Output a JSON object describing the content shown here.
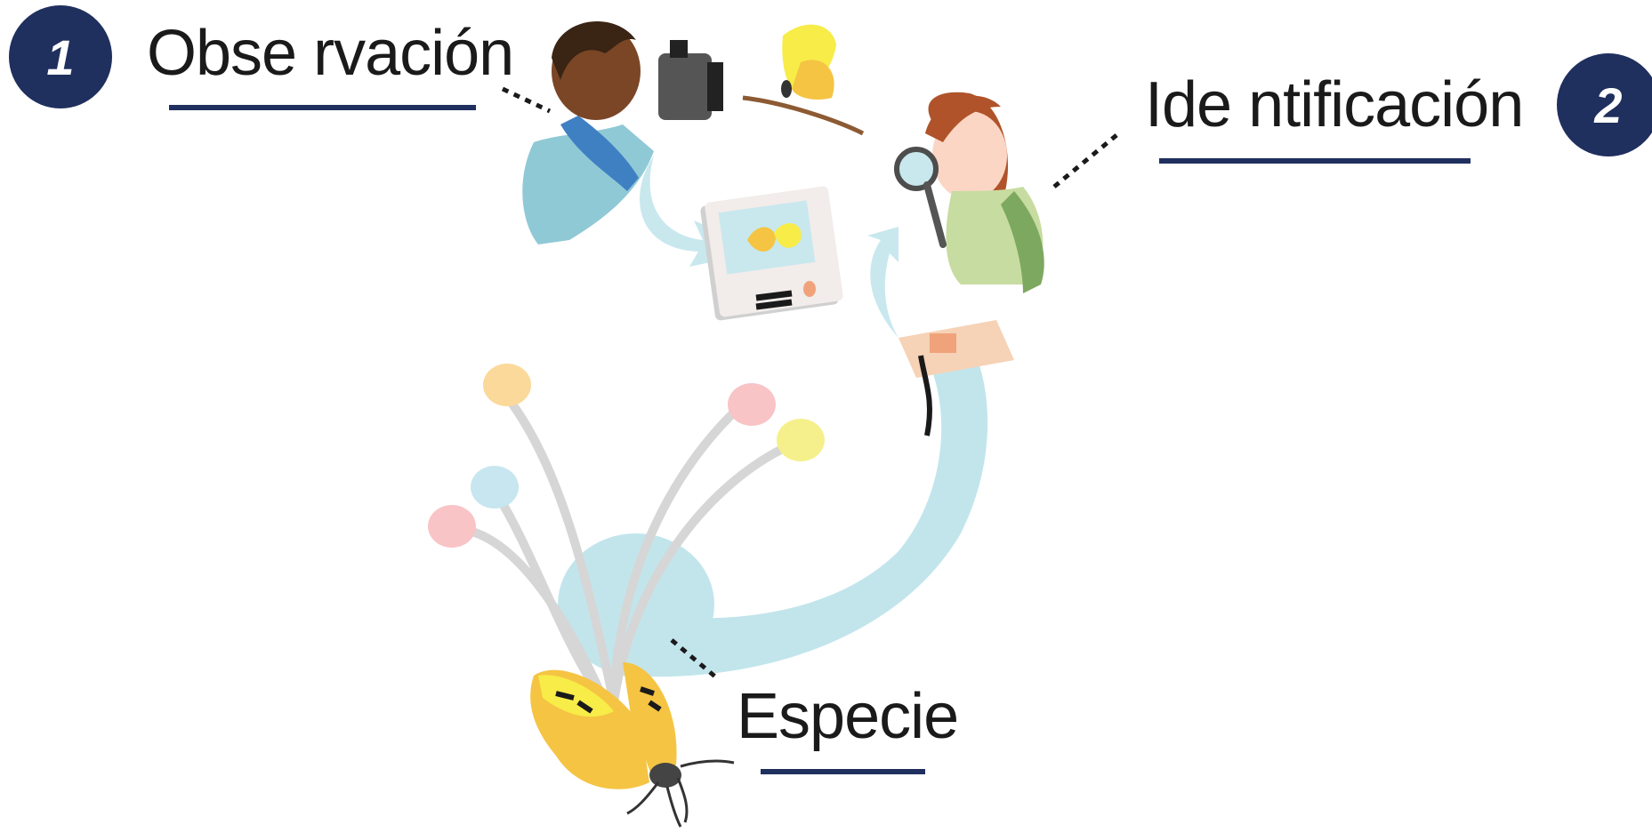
{
  "steps": [
    {
      "number": "1",
      "label": "Obse rvación"
    },
    {
      "number": "2",
      "label": "Ide ntificación"
    }
  ],
  "species_label": "Especie",
  "colors": {
    "badge": "#1f2f5e",
    "underline": "#1f2f5e",
    "arrow": "#bfe3ea",
    "butterfly_yellow": "#f5c443",
    "butterfly_light": "#f7ec48"
  }
}
